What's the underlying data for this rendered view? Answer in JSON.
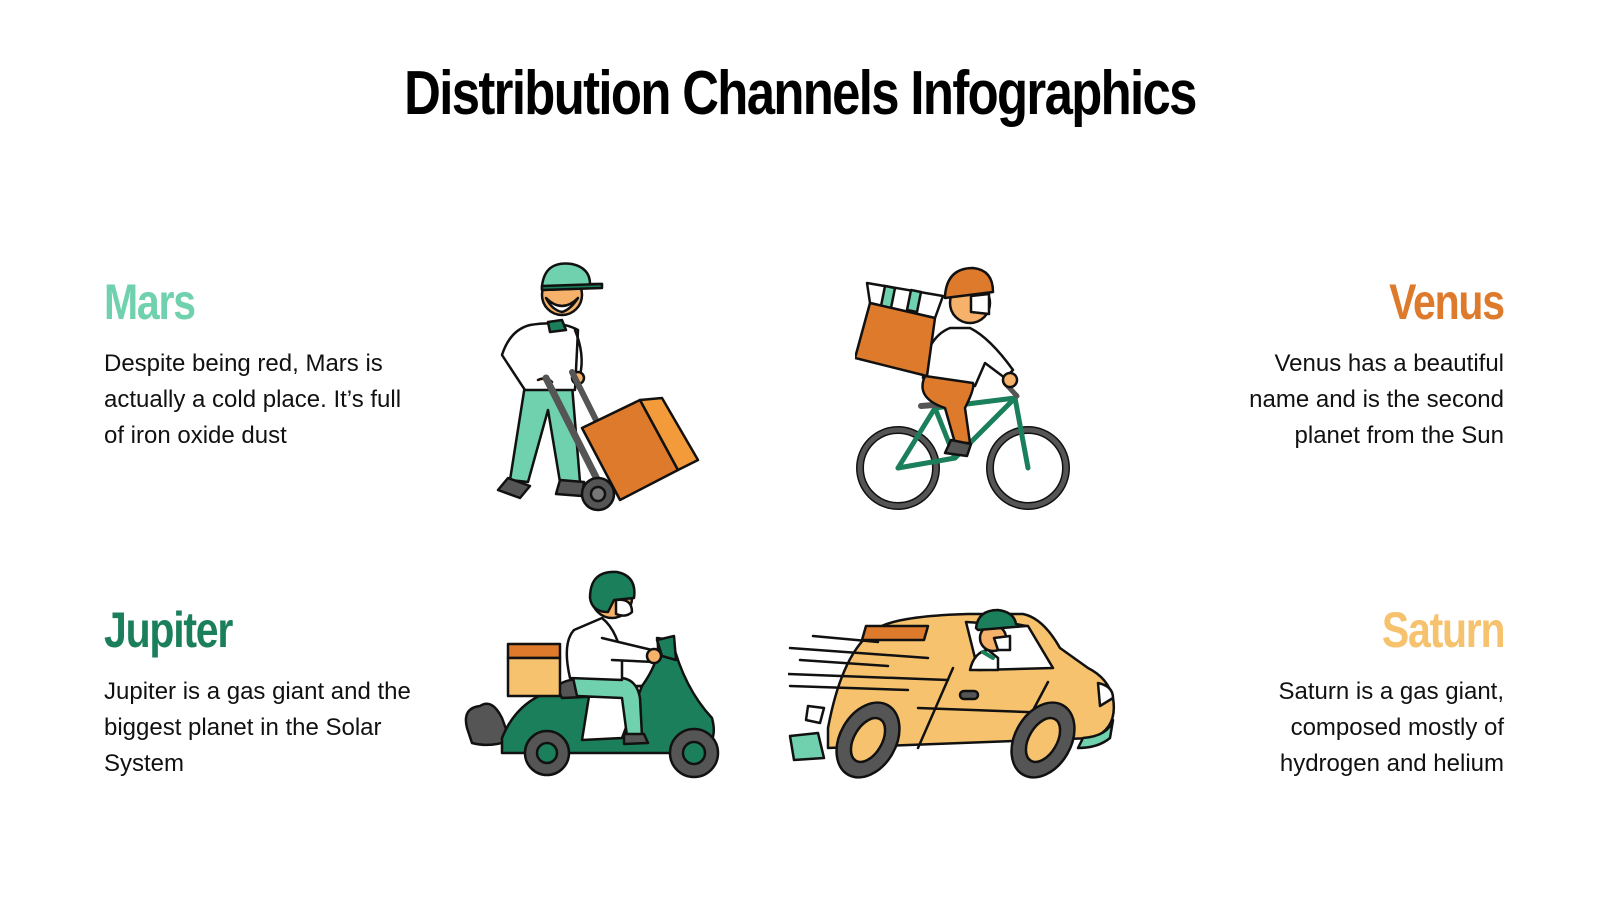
{
  "title": "Distribution Channels Infographics",
  "colors": {
    "mars": "#6FD1AE",
    "venus": "#DE7A2C",
    "jupiter": "#1B7F5B",
    "saturn": "#F6C26E",
    "text": "#111111"
  },
  "channels": [
    {
      "name": "Mars",
      "description": "Despite being red, Mars is actually a cold place. It’s full of iron oxide dust",
      "illustration": "hand-truck-worker-icon"
    },
    {
      "name": "Venus",
      "description": "Venus has a beautiful name and is the second planet from the Sun",
      "illustration": "bicycle-courier-icon"
    },
    {
      "name": "Jupiter",
      "description": "Jupiter is a gas giant and the biggest planet in the Solar System",
      "illustration": "scooter-courier-icon"
    },
    {
      "name": "Saturn",
      "description": "Saturn is a gas giant, composed mostly of hydrogen and helium",
      "illustration": "delivery-van-icon"
    }
  ]
}
